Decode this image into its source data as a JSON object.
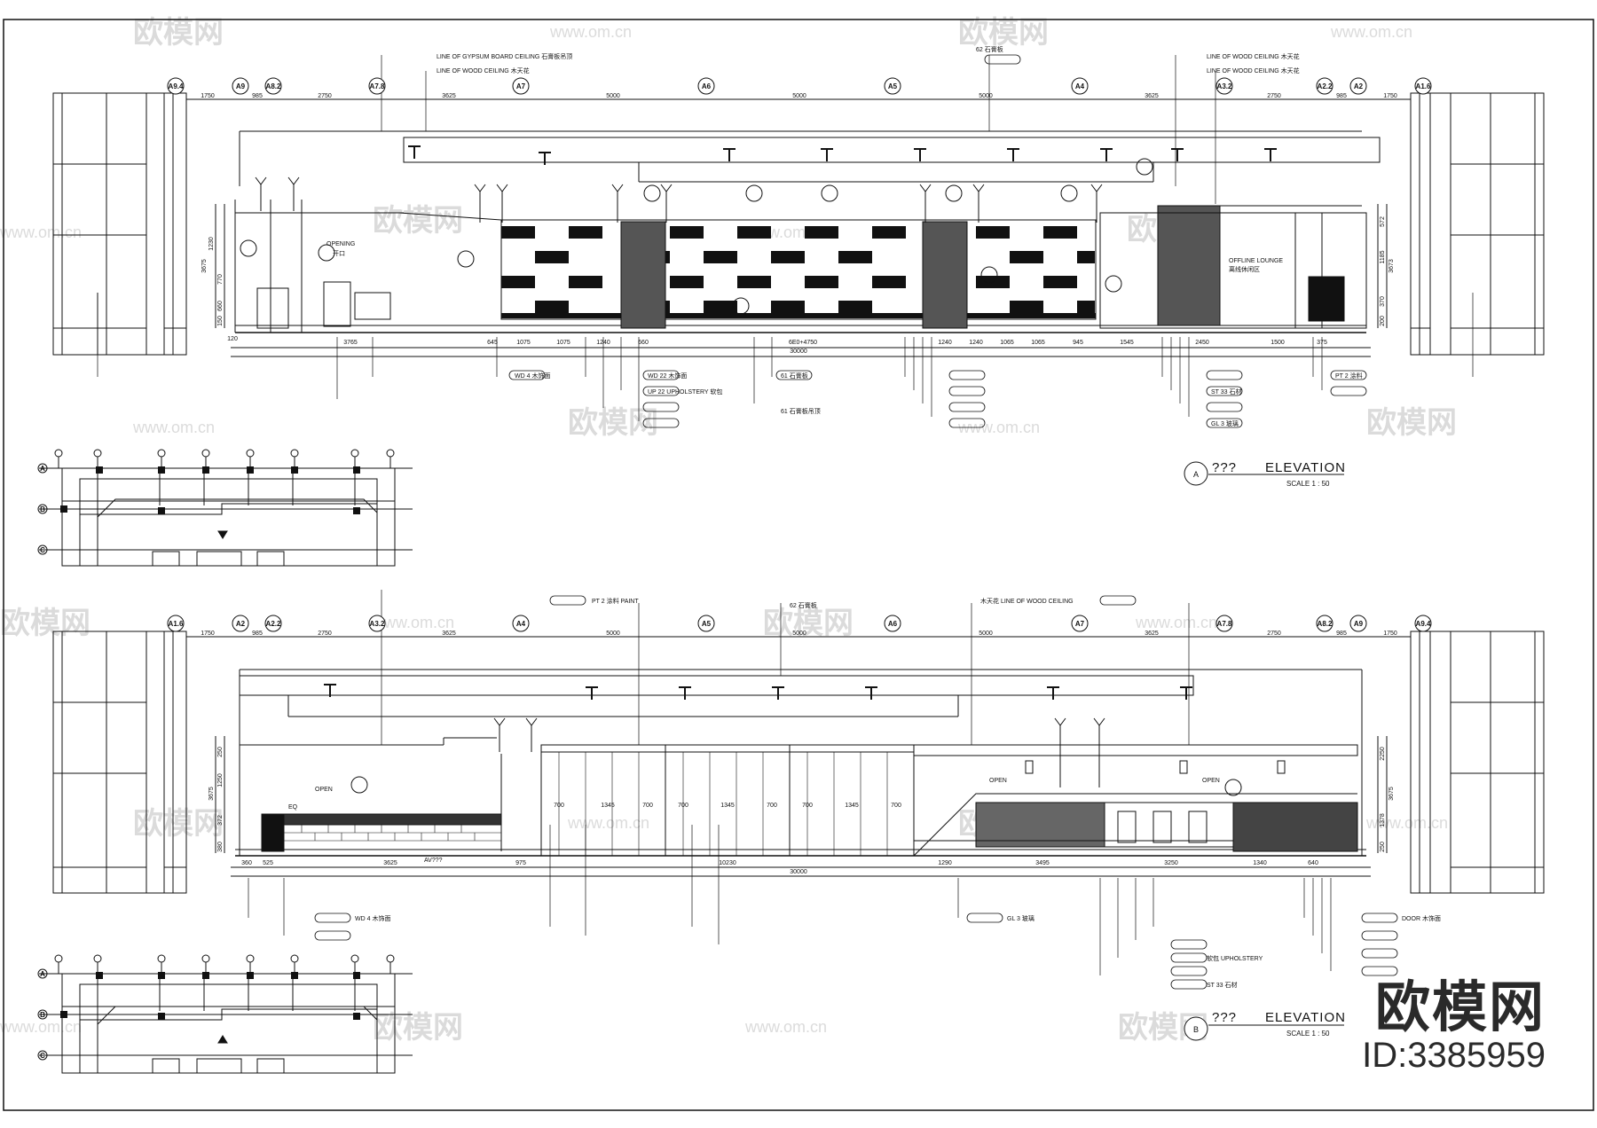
{
  "watermark": {
    "logo_text": "欧模网",
    "url": "www.om.cn"
  },
  "brand": {
    "name": "欧模网",
    "id": "ID:3385959"
  },
  "elevation_a": {
    "tag": "A",
    "title": "???",
    "heading": "ELEVATION",
    "scale": "SCALE 1 : 50",
    "axes": [
      "A9.4",
      "A9",
      "A8.2",
      "A7.8",
      "A7",
      "A6",
      "A5",
      "A4",
      "A3.2",
      "A2.2",
      "A2",
      "A1.6"
    ],
    "top_dims": [
      "1750",
      "985",
      "2750",
      "3625",
      "5000",
      "5000",
      "5000",
      "3625",
      "2750",
      "985",
      "1750"
    ],
    "bottom_dims": [
      "3765",
      "645",
      "1075",
      "1075",
      "1240",
      "660",
      "6E0+4750",
      "1240",
      "1240",
      "1065",
      "1065",
      "945",
      "1545",
      "2450",
      "1500",
      "375"
    ],
    "total_dim": "30000",
    "side_dims_left": [
      "1230",
      "3675",
      "770",
      "660",
      "150",
      "120"
    ],
    "side_dims_right": [
      "572",
      "1185",
      "3673",
      "370",
      "200"
    ],
    "notes": {
      "opening": "OPENING",
      "opening_cn": "开口",
      "offline_lounge": "OFFLINE LOUNGE",
      "offline_lounge_cn": "离线休闲区",
      "top_note_1": "LINE OF GYPSUM BOARD CEILING 石膏板吊顶",
      "top_note_2": "LINE OF WOOD CEILING 木天花",
      "top_note_3": "62 石膏板",
      "top_note_4": "LINE OF WOOD CEILING 木天花",
      "top_note_5": "LINE OF WOOD CEILING 木天花",
      "marker_1": "WD 4 木饰面",
      "marker_2": "WD 22 木饰面",
      "marker_3": "UP 22 UPHOLSTERY 软包",
      "marker_4": "61 石膏板",
      "marker_5": "61 石膏板吊顶",
      "marker_6": "ST 33 石材",
      "marker_7": "PT 2 涂料",
      "marker_8": "GL 3 玻璃"
    }
  },
  "elevation_b": {
    "tag": "B",
    "title": "???",
    "heading": "ELEVATION",
    "scale": "SCALE 1 : 50",
    "av_label": "AV???",
    "axes": [
      "A1.6",
      "A2",
      "A2.2",
      "A3.2",
      "A4",
      "A5",
      "A6",
      "A7",
      "A7.8",
      "A8.2",
      "A9",
      "A9.4"
    ],
    "top_dims": [
      "1750",
      "985",
      "2750",
      "3625",
      "5000",
      "5000",
      "5000",
      "3625",
      "2750",
      "985",
      "1750"
    ],
    "bottom_dims": [
      "360",
      "525",
      "3625",
      "975",
      "10230",
      "1290",
      "3495",
      "3250",
      "1340",
      "640"
    ],
    "total_dim": "30000",
    "panel_dims": [
      "700",
      "1345",
      "700",
      "700",
      "1345",
      "700",
      "700",
      "1345",
      "700"
    ],
    "side_dims_left": [
      "250",
      "1250",
      "3675",
      "372",
      "380"
    ],
    "side_dims_right": [
      "2250",
      "3675",
      "1378",
      "250"
    ],
    "notes": {
      "open_1": "OPEN",
      "open_2": "OPEN",
      "open_3": "OPEN",
      "eq": "EQ",
      "paint": "PT 2 涂料 PAINT",
      "wood_ceiling": "木天花 LINE OF WOOD CEILING",
      "upholstery": "软包 UPHOLSTERY",
      "stone": "ST 33 石材",
      "gypsum": "62 石膏板",
      "marker_wood": "WD 4 木饰面",
      "marker_glass": "GL 3 玻璃",
      "marker_door": "DOOR 木饰面"
    }
  },
  "plans": {
    "plan_a_rows": [
      "A",
      "B",
      "C"
    ],
    "plan_b_rows": [
      "A",
      "B",
      "C"
    ]
  }
}
